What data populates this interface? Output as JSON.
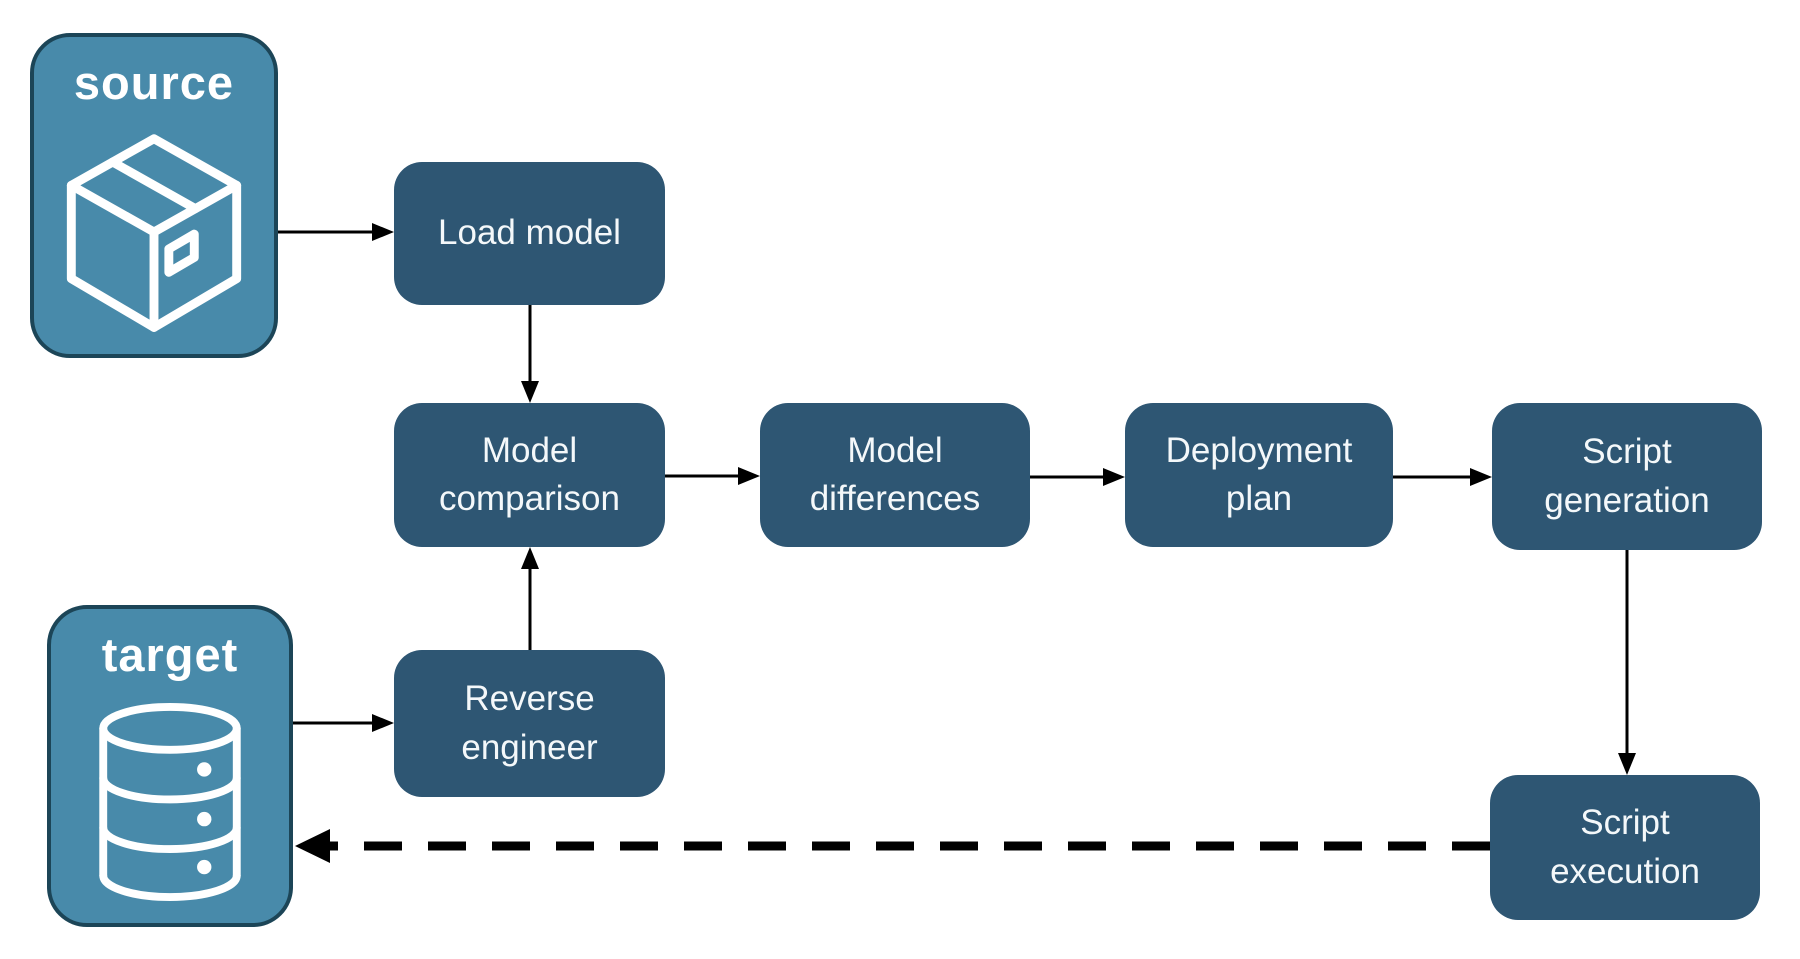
{
  "diagram": {
    "endpoints": {
      "source": {
        "label": "source",
        "icon": "package-icon"
      },
      "target": {
        "label": "target",
        "icon": "database-icon"
      }
    },
    "nodes": {
      "load_model": "Load model",
      "model_comparison": "Model comparison",
      "model_differences": "Model differences",
      "deployment_plan": "Deployment plan",
      "script_generation": "Script generation",
      "reverse_engineer": "Reverse engineer",
      "script_execution": "Script execution"
    },
    "edges": [
      {
        "from": "source",
        "to": "load_model",
        "style": "solid"
      },
      {
        "from": "load_model",
        "to": "model_comparison",
        "style": "solid"
      },
      {
        "from": "target",
        "to": "reverse_engineer",
        "style": "solid"
      },
      {
        "from": "reverse_engineer",
        "to": "model_comparison",
        "style": "solid"
      },
      {
        "from": "model_comparison",
        "to": "model_differences",
        "style": "solid"
      },
      {
        "from": "model_differences",
        "to": "deployment_plan",
        "style": "solid"
      },
      {
        "from": "deployment_plan",
        "to": "script_generation",
        "style": "solid"
      },
      {
        "from": "script_generation",
        "to": "script_execution",
        "style": "solid"
      },
      {
        "from": "script_execution",
        "to": "target",
        "style": "dashed"
      }
    ],
    "colors": {
      "node_fill": "#2E5673",
      "endpoint_fill": "#488AAA",
      "endpoint_border": "#1C4557",
      "arrow": "#000000",
      "text": "#FFFFFF",
      "background": "#FFFFFF"
    }
  }
}
